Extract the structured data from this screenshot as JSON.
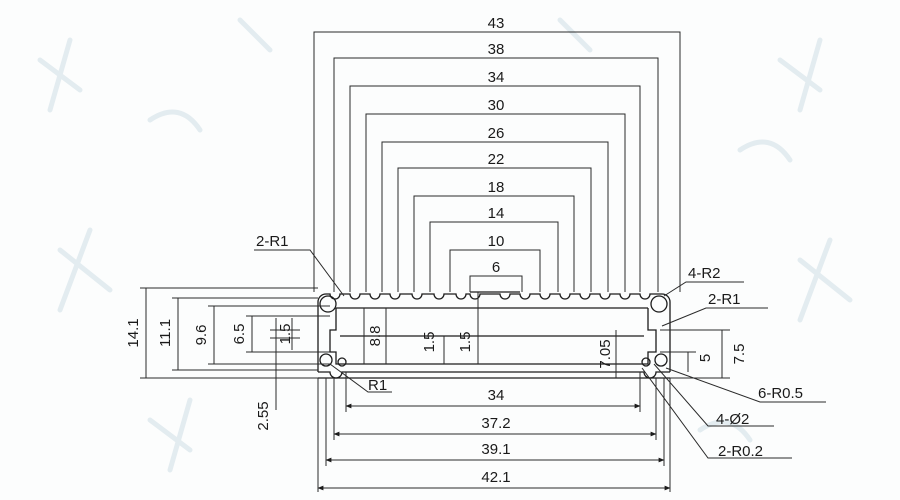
{
  "drawing": {
    "top_widths": [
      "43",
      "38",
      "34",
      "30",
      "26",
      "22",
      "18",
      "14",
      "10",
      "6"
    ],
    "left_heights": [
      "14.1",
      "11.1",
      "9.6",
      "6.5",
      "1.5",
      "8.8"
    ],
    "inner_vertical": [
      "1.5",
      "1.5"
    ],
    "bottom_widths": [
      "34",
      "37.2",
      "39.1",
      "42.1"
    ],
    "left_bottom": "2.55",
    "right_dims": [
      "7.05",
      "5",
      "7.5"
    ],
    "callouts": {
      "r1_top_left": "2-R1",
      "r2_top_right": "4-R2",
      "r1_right": "2-R1",
      "r1_bottom_left": "R1",
      "r05": "6-R0.5",
      "phi2": "4-Ø2",
      "r02": "2-R0.2"
    }
  }
}
